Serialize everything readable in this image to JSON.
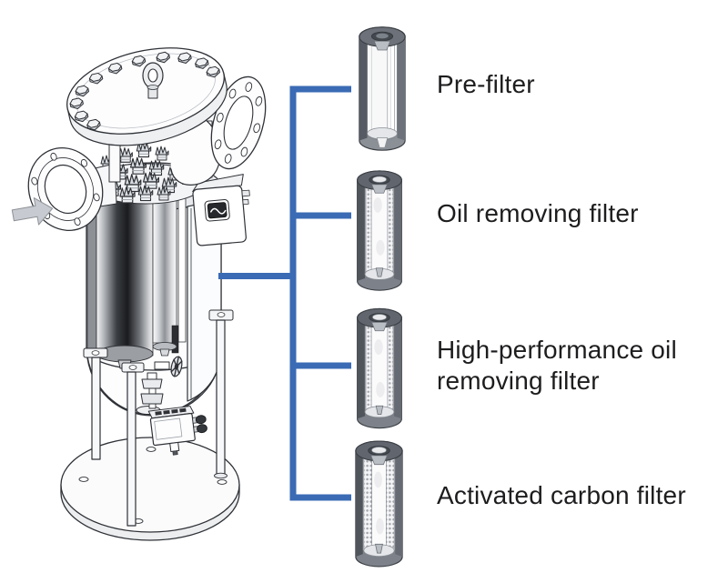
{
  "colors": {
    "accent": "#3a6bb4",
    "text": "#1d1d1f",
    "background": "#ffffff",
    "ink": "#2e3136"
  },
  "icons": {
    "vessel": "filter-vessel-cutaway-illustration",
    "inlet_arrow": "inlet-flow-arrow",
    "connector": "bracket-connector-lines",
    "cartridges": [
      "pre-filter-cartridge",
      "oil-removing-filter-cartridge",
      "high-performance-oil-removing-filter-cartridge",
      "activated-carbon-filter-cartridge"
    ]
  },
  "filters": [
    {
      "label": "Pre-filter"
    },
    {
      "label": "Oil removing filter"
    },
    {
      "label": "High-performance oil removing filter"
    },
    {
      "label": "Activated carbon filter"
    }
  ]
}
